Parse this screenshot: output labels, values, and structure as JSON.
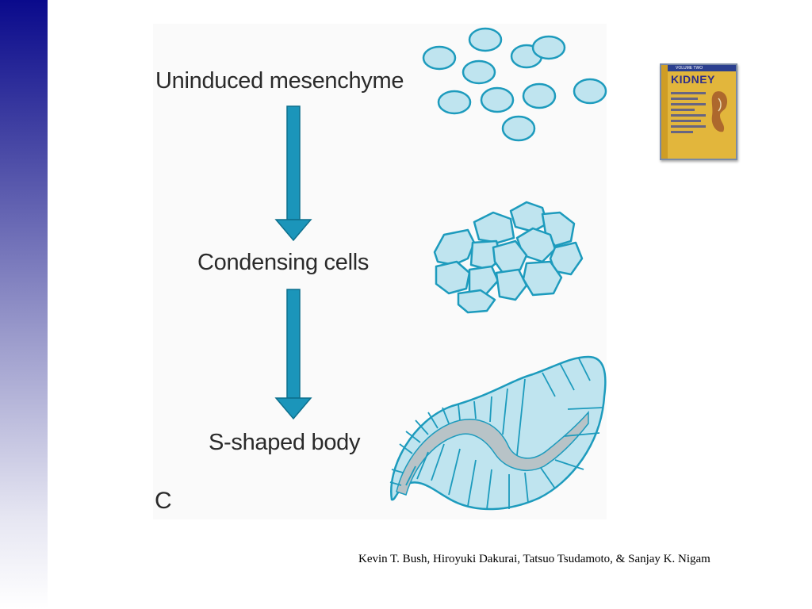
{
  "slide": {
    "labels": {
      "uninduced": "Uninduced mesenchyme",
      "condensing": "Condensing cells",
      "s_shaped": "S-shaped body",
      "panel_letter": "C"
    },
    "book_cover": {
      "header": "VOLUME TWO",
      "title": "KIDNEY"
    },
    "credit": "Kevin T. Bush, Hiroyuki Dakurai, Tatsuo Tsudamoto, & Sanjay K. Nigam"
  },
  "colors": {
    "cell_fill": "#bfe4ef",
    "cell_stroke": "#1d9bbd",
    "arrow_fill": "#1b95ba",
    "lumen_fill": "#b8c3c7",
    "sidebar_top": "#0a0a8c",
    "book_cover": "#e2b63c"
  }
}
